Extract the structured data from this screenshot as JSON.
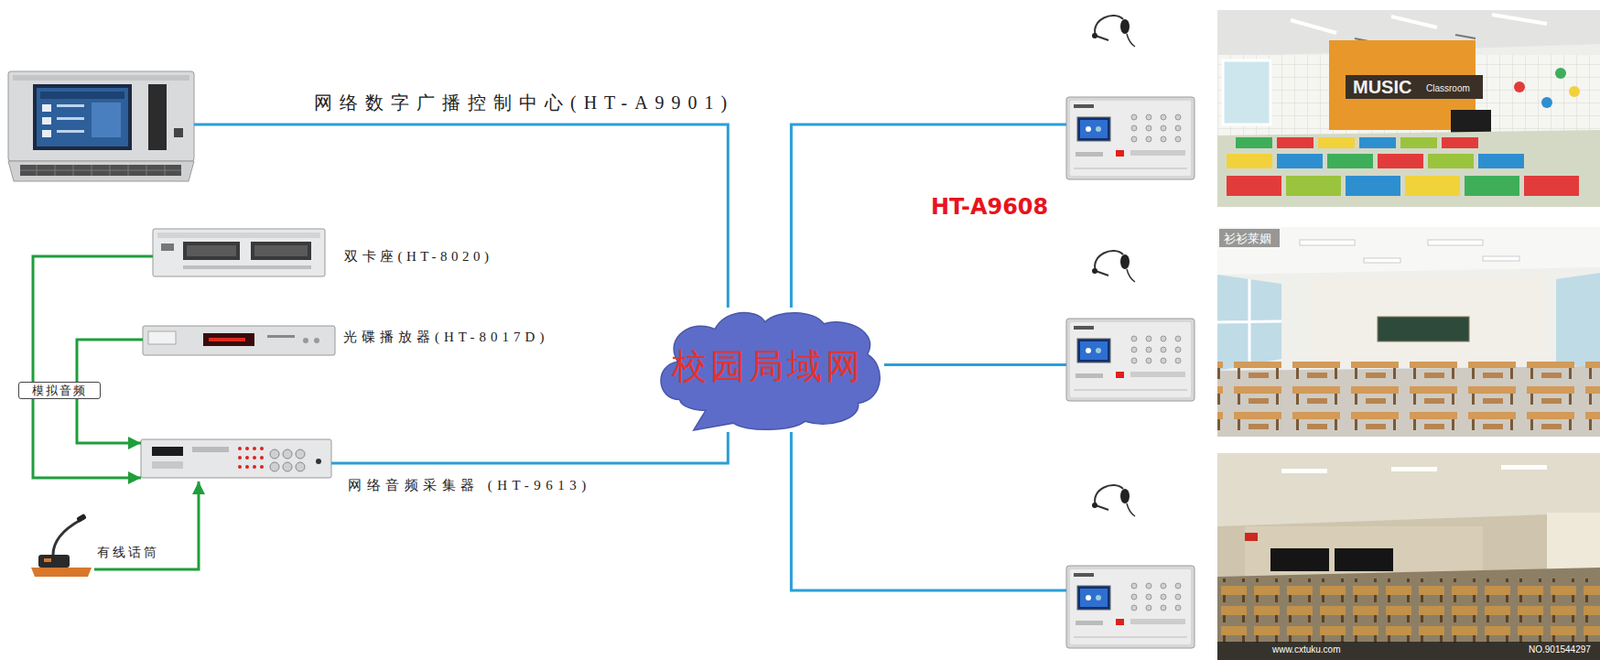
{
  "diagram": {
    "nodes": [
      {
        "text": [
          "网络数字广播控制中心(HT-A9901)"
        ]
      },
      {
        "text": [
          "双卡座(HT-8020)"
        ]
      },
      {
        "text": [
          "光碟播放器(HT-8017D)"
        ]
      },
      {
        "text": [
          "模拟音频"
        ]
      },
      {
        "text": [
          "网络音频采集器 (HT-9613)"
        ]
      },
      {
        "text": [
          "有线话筒"
        ]
      },
      {
        "text": [
          "校园局域网"
        ]
      },
      {
        "text": []
      },
      {
        "text": []
      },
      {
        "text": []
      }
    ],
    "edges": [
      {
        "from": 0,
        "to": 6,
        "arrow": "none"
      },
      {
        "from": 1,
        "to": 4,
        "arrow": "to"
      },
      {
        "from": 2,
        "to": 4,
        "arrow": "to"
      },
      {
        "from": 5,
        "to": 4,
        "arrow": "to"
      },
      {
        "from": 4,
        "to": 6,
        "arrow": "none"
      },
      {
        "from": 6,
        "to": 7,
        "arrow": "none"
      },
      {
        "from": 6,
        "to": 8,
        "arrow": "none"
      },
      {
        "from": 6,
        "to": 9,
        "arrow": "none"
      }
    ],
    "labels": [
      "HT-A9608",
      "MUSIC",
      "Classroom",
      "衫衫莱姻",
      "www.cxtuku.com",
      "NO.901544297"
    ]
  }
}
